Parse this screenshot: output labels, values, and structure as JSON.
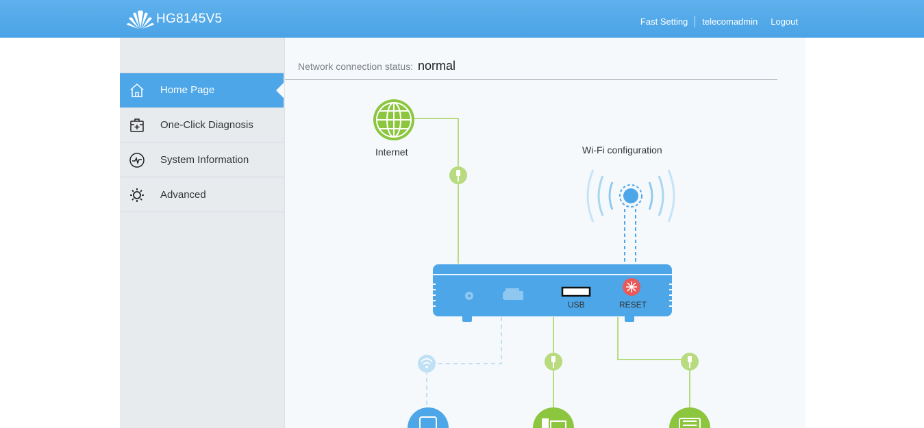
{
  "header": {
    "product": "HG8145V5",
    "links": {
      "fast_setting": "Fast Setting",
      "user": "telecomadmin",
      "logout": "Logout"
    }
  },
  "sidebar": {
    "items": [
      {
        "label": "Home Page",
        "icon": "home-icon",
        "active": true
      },
      {
        "label": "One-Click Diagnosis",
        "icon": "medical-kit-icon"
      },
      {
        "label": "System Information",
        "icon": "pulse-icon"
      },
      {
        "label": "Advanced",
        "icon": "gear-icon"
      }
    ]
  },
  "main": {
    "status_label": "Network connection status:",
    "status_value": "normal",
    "diagram": {
      "internet_label": "Internet",
      "wifi_label": "Wi-Fi configuration",
      "usb_label": "USB",
      "reset_label": "RESET"
    }
  },
  "colors": {
    "header": "#4aa3e6",
    "green": "#8cc63f",
    "blue": "#4ca6e8",
    "reset": "#e85a5a"
  }
}
